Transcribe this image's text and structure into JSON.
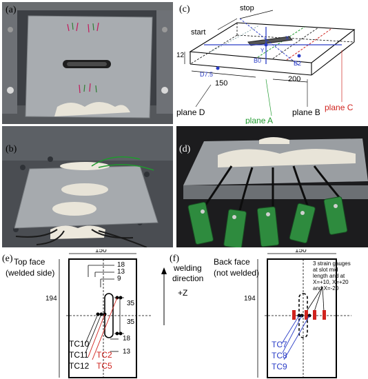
{
  "panels": {
    "a": "(a)",
    "b": "(b)",
    "c": "(c)",
    "d": "(d)",
    "e": "(e)",
    "f": "(f)"
  },
  "c": {
    "stop": "stop",
    "start": "start",
    "dim_12": "12",
    "dim_150": "150",
    "dim_200": "200",
    "d75": "D7.5",
    "b0": "B0",
    "b2": "B2",
    "x": "X",
    "y": "Y",
    "plane_d": "plane D",
    "plane_a": "plane A",
    "plane_b": "plane B",
    "plane_c": "plane C"
  },
  "e": {
    "top_face": "Top face",
    "welded_side": "(welded side)",
    "width": "150",
    "height": "194",
    "d18a": "18",
    "d13a": "13",
    "d9": "9",
    "d35a": "35",
    "d35b": "35",
    "d18b": "18",
    "d13b": "13",
    "tc10": "TC10",
    "tc11": "TC11",
    "tc12": "TC12",
    "tc2": "TC2",
    "tc5": "TC5"
  },
  "mid": {
    "welding": "welding",
    "direction": "direction",
    "z": "+Z"
  },
  "f": {
    "back_face": "Back face",
    "not_welded": "(not welded)",
    "width": "150",
    "height": "194",
    "note1": "3 strain gauges",
    "note2": "at slot mid",
    "note3": "length and at",
    "note4": "X=+10, X=+20",
    "note5": "and X=-20",
    "tc7": "TC7",
    "tc8": "TC8",
    "tc9": "TC9"
  },
  "colors": {
    "red": "#d0231e",
    "blue": "#2a3cc7",
    "green": "#1f9a2e",
    "clamp_green": "#2e8b3e"
  }
}
